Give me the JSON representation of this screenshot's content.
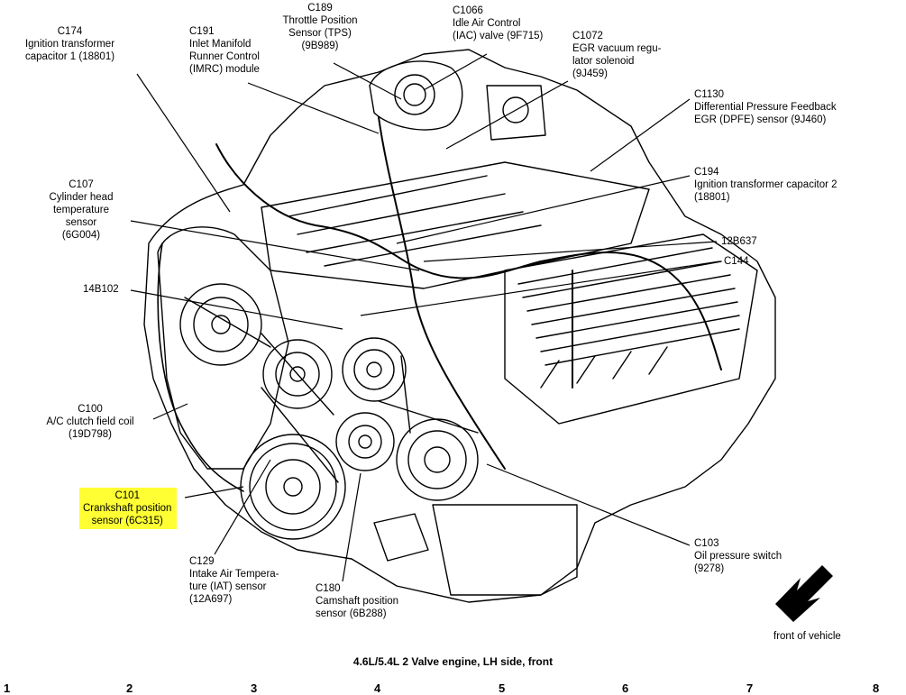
{
  "labels": {
    "c174": [
      "C174",
      "Ignition transformer",
      "capacitor 1 (18801)"
    ],
    "c191": [
      "C191",
      "Inlet Manifold",
      "Runner Control",
      "(IMRC) module"
    ],
    "c189": [
      "C189",
      "Throttle Position",
      "Sensor (TPS)",
      "(9B989)"
    ],
    "c1066": [
      "C1066",
      "Idle Air Control",
      "(IAC) valve (9F715)"
    ],
    "c1072": [
      "C1072",
      "EGR vacuum regu-",
      "lator solenoid",
      "(9J459)"
    ],
    "c1130": [
      "C1130",
      "Differential Pressure Feedback",
      "EGR (DPFE) sensor (9J460)"
    ],
    "c194": [
      "C194",
      "Ignition transformer capacitor 2",
      "(18801)"
    ],
    "b12b637": [
      "12B637"
    ],
    "c144": [
      "C144"
    ],
    "c107": [
      "C107",
      "Cylinder head",
      "temperature",
      "sensor",
      "(6G004)"
    ],
    "b14b102": [
      "14B102"
    ],
    "c100": [
      "C100",
      "A/C clutch field coil",
      "(19D798)"
    ],
    "c101": [
      "C101",
      "Crankshaft position",
      "sensor (6C315)"
    ],
    "c129": [
      "C129",
      "Intake Air Tempera-",
      "ture (IAT) sensor",
      "(12A697)"
    ],
    "c180": [
      "C180",
      "Camshaft position",
      "sensor (6B288)"
    ],
    "c103": [
      "C103",
      "Oil pressure switch",
      "(9278)"
    ]
  },
  "highlight_color": "#ffff33",
  "front_of_vehicle": "front of vehicle",
  "caption": "4.6L/5.4L 2 Valve engine, LH side, front",
  "ruler": [
    "1",
    "2",
    "3",
    "4",
    "5",
    "6",
    "7",
    "8"
  ]
}
